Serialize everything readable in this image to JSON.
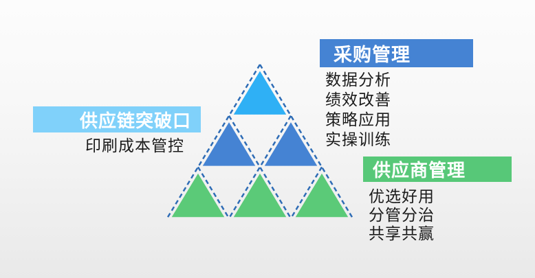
{
  "slide": {
    "background_top": "#fcfcfc",
    "background_bottom": "#e9e9e9"
  },
  "callouts": {
    "left": {
      "title": "供应链突破口",
      "title_bg": "#80D1FA",
      "title_color": "#ffffff",
      "items": [
        "印刷成本管控"
      ]
    },
    "top_right": {
      "title": "采购管理",
      "title_bg": "#4583D3",
      "title_color": "#ffffff",
      "items": [
        "数据分析",
        "绩效改善",
        "策略应用",
        "实操训练"
      ]
    },
    "bottom_right": {
      "title": "供应商管理",
      "title_bg": "#57C878",
      "title_color": "#ffffff",
      "items": [
        "优选好用",
        "分管分治",
        "共享共赢"
      ]
    }
  },
  "pyramid": {
    "outline_color": "#2E6CB5",
    "levels": [
      {
        "name": "top-level",
        "color": "#2FB0F5",
        "triangle_count": 1
      },
      {
        "name": "middle-level",
        "color": "#4583D3",
        "triangle_count": 2
      },
      {
        "name": "bottom-level",
        "color": "#5BCA78",
        "triangle_count": 3
      }
    ]
  }
}
